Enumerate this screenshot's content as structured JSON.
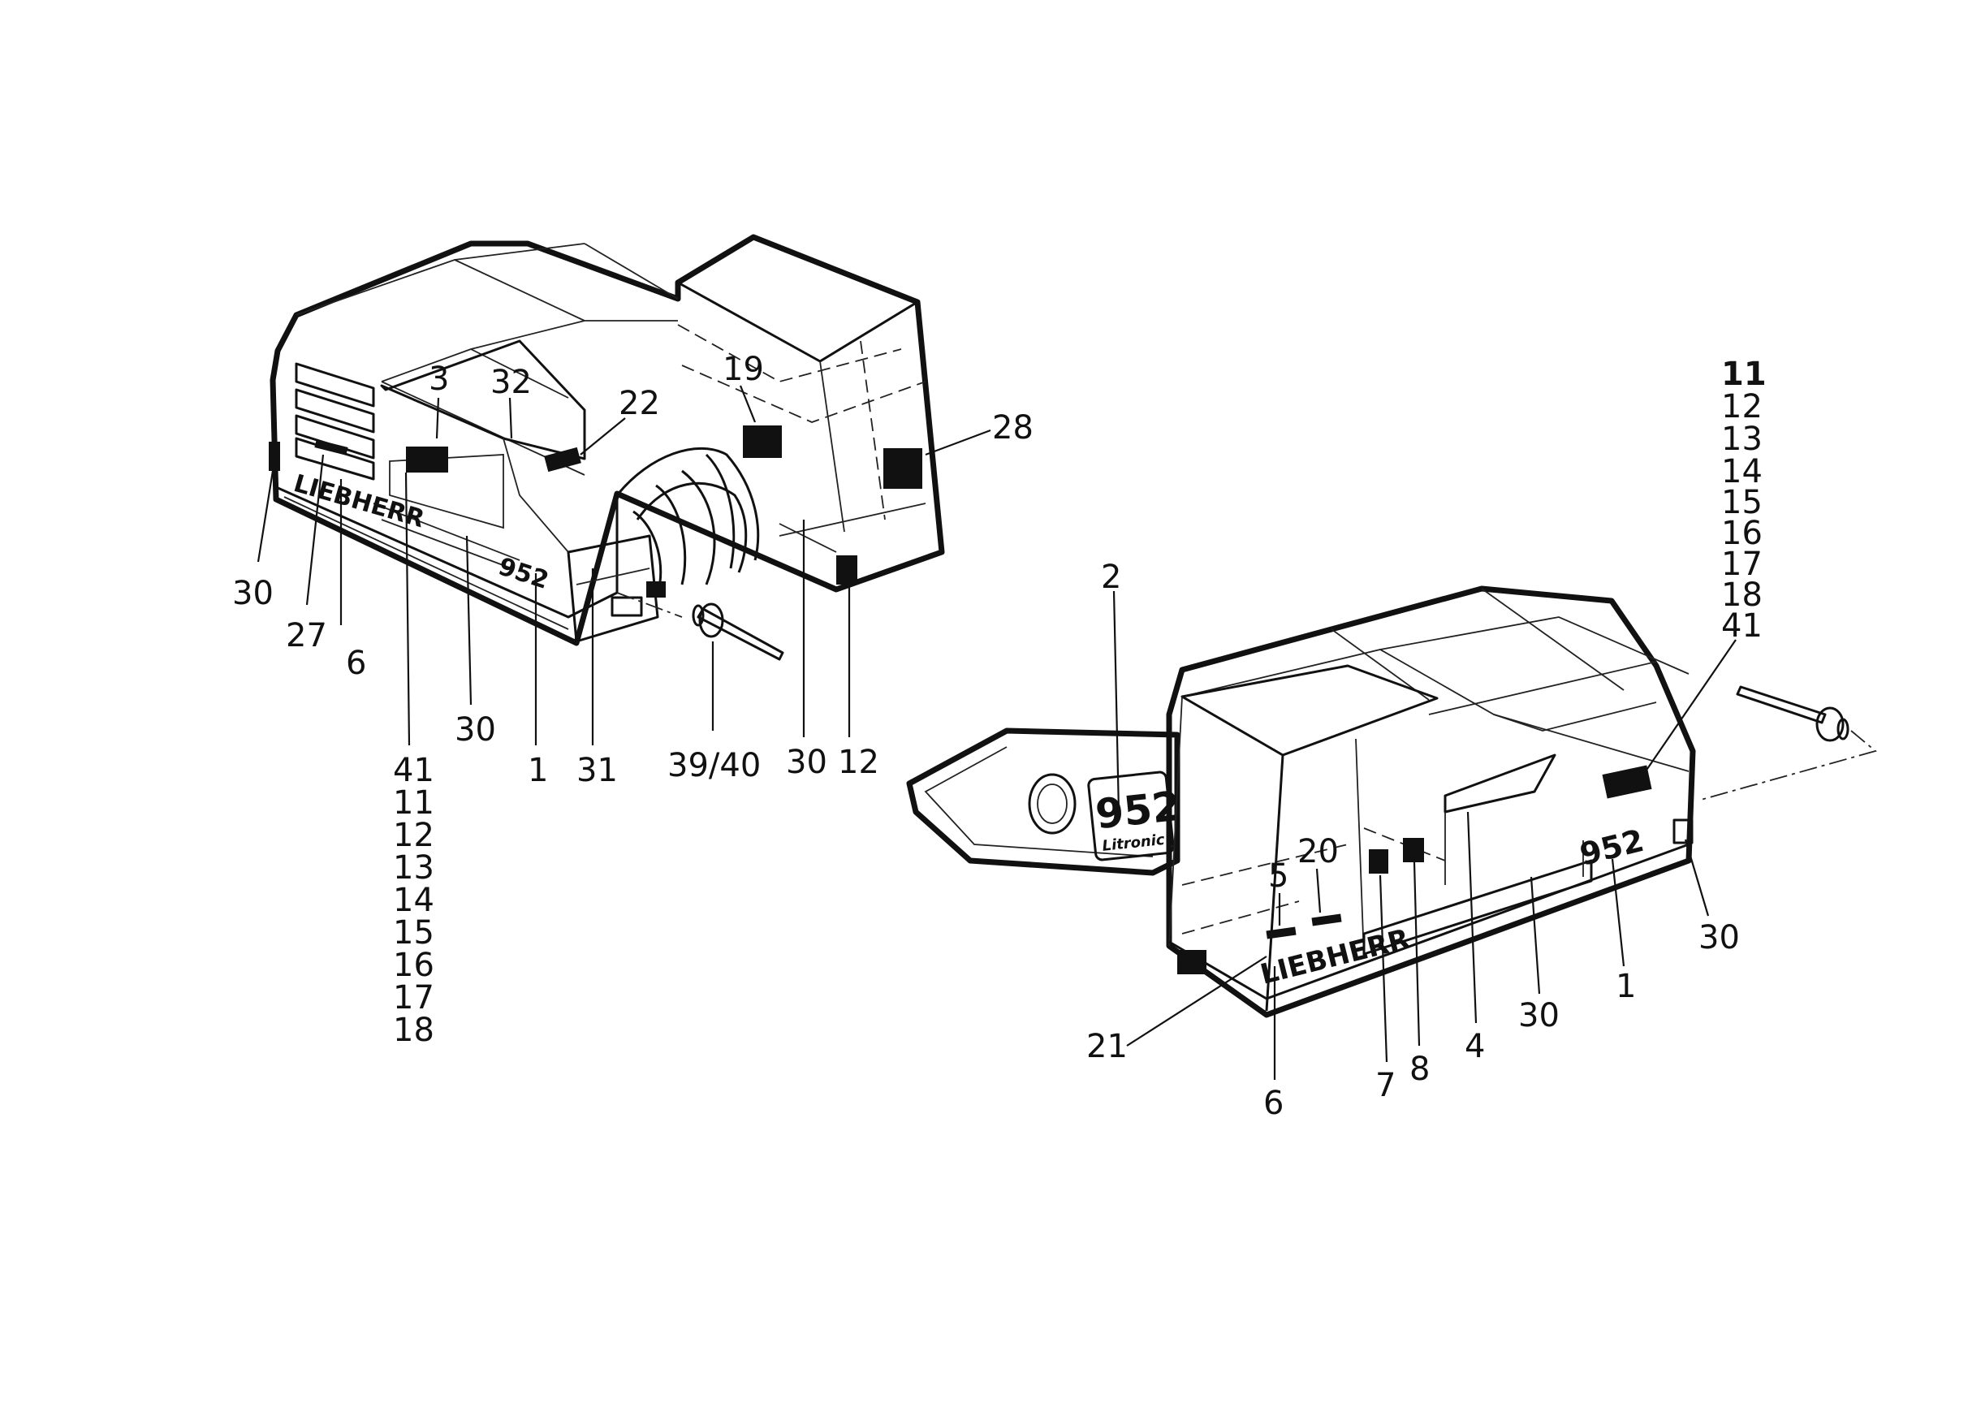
{
  "left_view": {
    "callouts": [
      {
        "id": "l-3",
        "text": "3"
      },
      {
        "id": "l-32",
        "text": "32"
      },
      {
        "id": "l-22",
        "text": "22"
      },
      {
        "id": "l-19",
        "text": "19"
      },
      {
        "id": "l-28",
        "text": "28"
      },
      {
        "id": "l-30a",
        "text": "30"
      },
      {
        "id": "l-27",
        "text": "27"
      },
      {
        "id": "l-6",
        "text": "6"
      },
      {
        "id": "l-30b",
        "text": "30"
      },
      {
        "id": "l-1",
        "text": "1"
      },
      {
        "id": "l-31",
        "text": "31"
      },
      {
        "id": "l-3940",
        "text": "39/40"
      },
      {
        "id": "l-30c",
        "text": "30"
      },
      {
        "id": "l-12",
        "text": "12"
      }
    ],
    "stack": [
      "41",
      "11",
      "12",
      "13",
      "14",
      "15",
      "16",
      "17",
      "18"
    ],
    "decal_brand": "LIEBHERR",
    "decal_model": "952"
  },
  "right_view": {
    "callouts": [
      {
        "id": "r-2",
        "text": "2"
      },
      {
        "id": "r-5",
        "text": "5"
      },
      {
        "id": "r-20",
        "text": "20"
      },
      {
        "id": "r-21",
        "text": "21"
      },
      {
        "id": "r-6",
        "text": "6"
      },
      {
        "id": "r-7",
        "text": "7"
      },
      {
        "id": "r-8",
        "text": "8"
      },
      {
        "id": "r-4",
        "text": "4"
      },
      {
        "id": "r-30a",
        "text": "30"
      },
      {
        "id": "r-1",
        "text": "1"
      },
      {
        "id": "r-30b",
        "text": "30"
      }
    ],
    "stack": [
      "11",
      "12",
      "13",
      "14",
      "15",
      "16",
      "17",
      "18",
      "41"
    ],
    "decal_brand": "LIEBHERR",
    "decal_model": "952",
    "boom_model": "952",
    "boom_sub": "Litronic"
  }
}
